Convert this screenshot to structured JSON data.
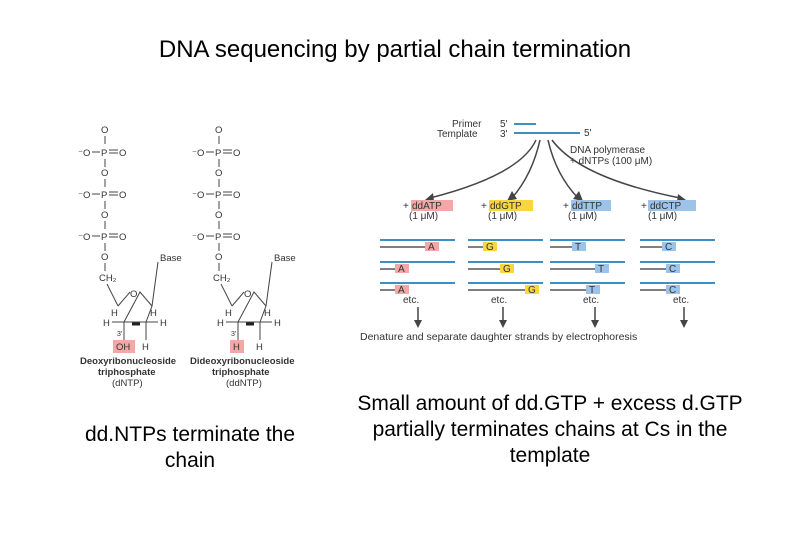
{
  "title": "DNA sequencing by partial chain termination",
  "structures": {
    "phosphate_o": "O",
    "phosphate_ominus": "⁻O",
    "phosphate_p": "P",
    "base": "Base",
    "ch2": "CH₂",
    "h": "H",
    "prime3": "3'",
    "oh": "OH",
    "left_name_1": "Deoxyribonucleoside",
    "left_name_2": "triphosphate",
    "left_abbrev": "(dNTP)",
    "right_name_1": "Dideoxyribonucleoside",
    "right_name_2": "triphosphate",
    "right_abbrev": "(ddNTP)"
  },
  "scheme": {
    "primer": "Primer",
    "template": "Template",
    "five_prime": "5'",
    "three_prime": "3'",
    "enzyme_1": "DNA polymerase",
    "enzyme_2": "+ dNTPs (100 μM)",
    "conc": "(1 μM)",
    "reactions": [
      {
        "plus": "+",
        "label": "ddATP",
        "base": "A"
      },
      {
        "plus": "+",
        "label": "ddGTP",
        "base": "G"
      },
      {
        "plus": "+",
        "label": "ddTTP",
        "base": "T"
      },
      {
        "plus": "+",
        "label": "ddCTP",
        "base": "C"
      }
    ],
    "etc": "etc.",
    "footer": "Denature and separate daughter strands by electrophoresis",
    "colors": {
      "pink": "#f4a7a7",
      "yellow": "#f7d640",
      "blue": "#9ec3e8",
      "strand": "#3b8fc2"
    }
  },
  "captions": {
    "left": "dd.NTPs terminate the chain",
    "right": "Small amount of dd.GTP + excess d.GTP partially terminates chains at Cs in the template"
  }
}
